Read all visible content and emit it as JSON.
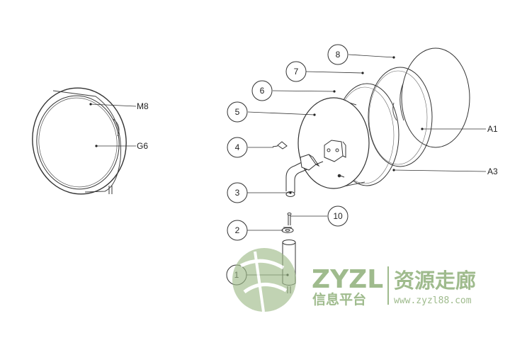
{
  "balloons": [
    "8",
    "7",
    "6",
    "5",
    "4",
    "3",
    "10",
    "2",
    "1"
  ],
  "side_labels": [
    "M8",
    "G6",
    "A1",
    "A3"
  ],
  "watermark": {
    "brand": "ZYZL",
    "subtitle": "信息平台",
    "name": "资源走廊",
    "url": "www.zyzl88.com",
    "color": "#8fb07a"
  }
}
